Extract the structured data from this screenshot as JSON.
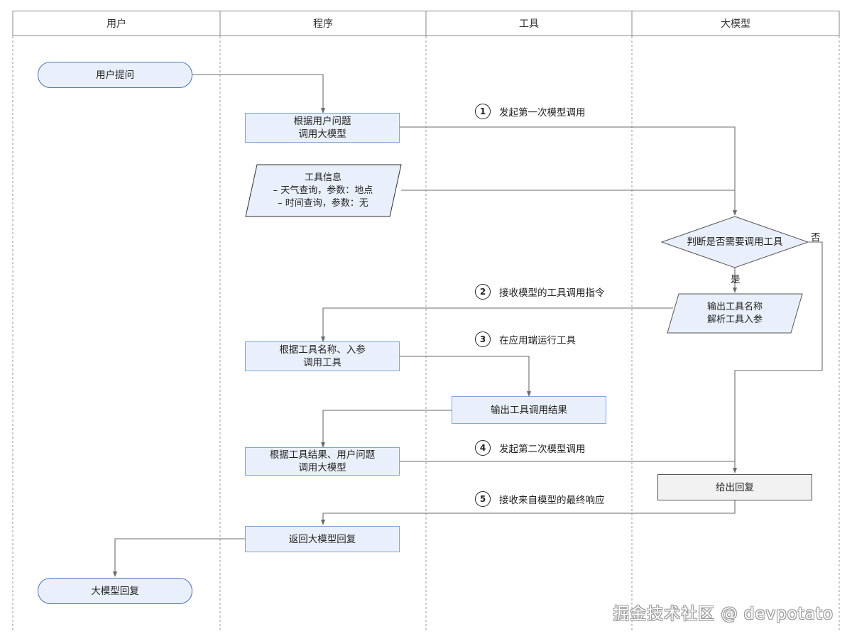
{
  "lanes": [
    "用户",
    "程序",
    "工具",
    "大模型"
  ],
  "nodes": {
    "user_question": "用户提问",
    "call_llm_line1": "根据用户问题",
    "call_llm_line2": "调用大模型",
    "tool_info_line1": "工具信息",
    "tool_info_line2": "– 天气查询，参数：地点",
    "tool_info_line3": "– 时间查询，参数：无",
    "decision": "判断是否需要调用工具",
    "output_tool_line1": "输出工具名称",
    "output_tool_line2": "解析工具入参",
    "call_tool_line1": "根据工具名称、入参",
    "call_tool_line2": "调用工具",
    "tool_result": "输出工具调用结果",
    "call_llm2_line1": "根据工具结果、用户问题",
    "call_llm2_line2": "调用大模型",
    "give_reply": "给出回复",
    "return_reply": "返回大模型回复",
    "final_reply": "大模型回复"
  },
  "steps": [
    {
      "num": "1",
      "label": "发起第一次模型调用"
    },
    {
      "num": "2",
      "label": "接收模型的工具调用指令"
    },
    {
      "num": "3",
      "label": "在应用端运行工具"
    },
    {
      "num": "4",
      "label": "发起第二次模型调用"
    },
    {
      "num": "5",
      "label": "接收来自模型的最终响应"
    }
  ],
  "edge_labels": {
    "no": "否",
    "yes": "是"
  },
  "watermark": "掘金技术社区 @ devpotato",
  "colors": {
    "box_fill": "#eaf0fb",
    "box_border": "#7da7d9",
    "pill_border": "#4a72b8",
    "line": "#6b6b6b"
  }
}
